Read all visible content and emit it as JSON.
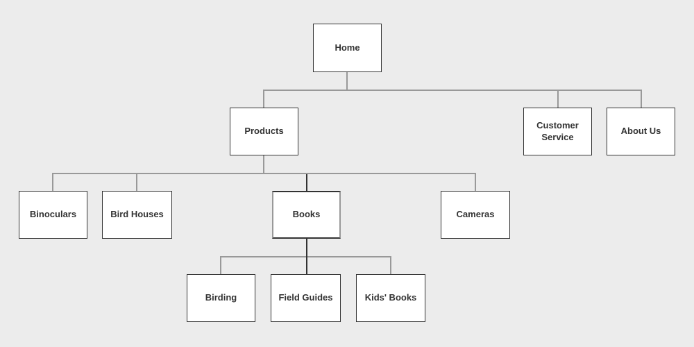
{
  "diagram": {
    "type": "sitemap-tree",
    "nodes": {
      "home": {
        "label": "Home"
      },
      "products": {
        "label": "Products"
      },
      "customer_service": {
        "label": "Customer Service"
      },
      "about_us": {
        "label": "About Us"
      },
      "binoculars": {
        "label": "Binoculars"
      },
      "bird_houses": {
        "label": "Bird Houses"
      },
      "books": {
        "label": "Books"
      },
      "cameras": {
        "label": "Cameras"
      },
      "birding": {
        "label": "Birding"
      },
      "field_guides": {
        "label": "Field Guides"
      },
      "kids_books": {
        "label": "Kids' Books"
      }
    },
    "hierarchy": {
      "Home": {
        "Products": {
          "Binoculars": {},
          "Bird Houses": {},
          "Books": {
            "Birding": {},
            "Field Guides": {},
            "Kids' Books": {}
          },
          "Cameras": {}
        },
        "Customer Service": {},
        "About Us": {}
      }
    },
    "colors": {
      "background": "#ececec",
      "node_fill": "#ffffff",
      "node_border": "#333333",
      "node_text": "#333333",
      "connector": "#999999",
      "highlight_connector": "#333333",
      "highlight_node_side_border": "#999999"
    }
  }
}
